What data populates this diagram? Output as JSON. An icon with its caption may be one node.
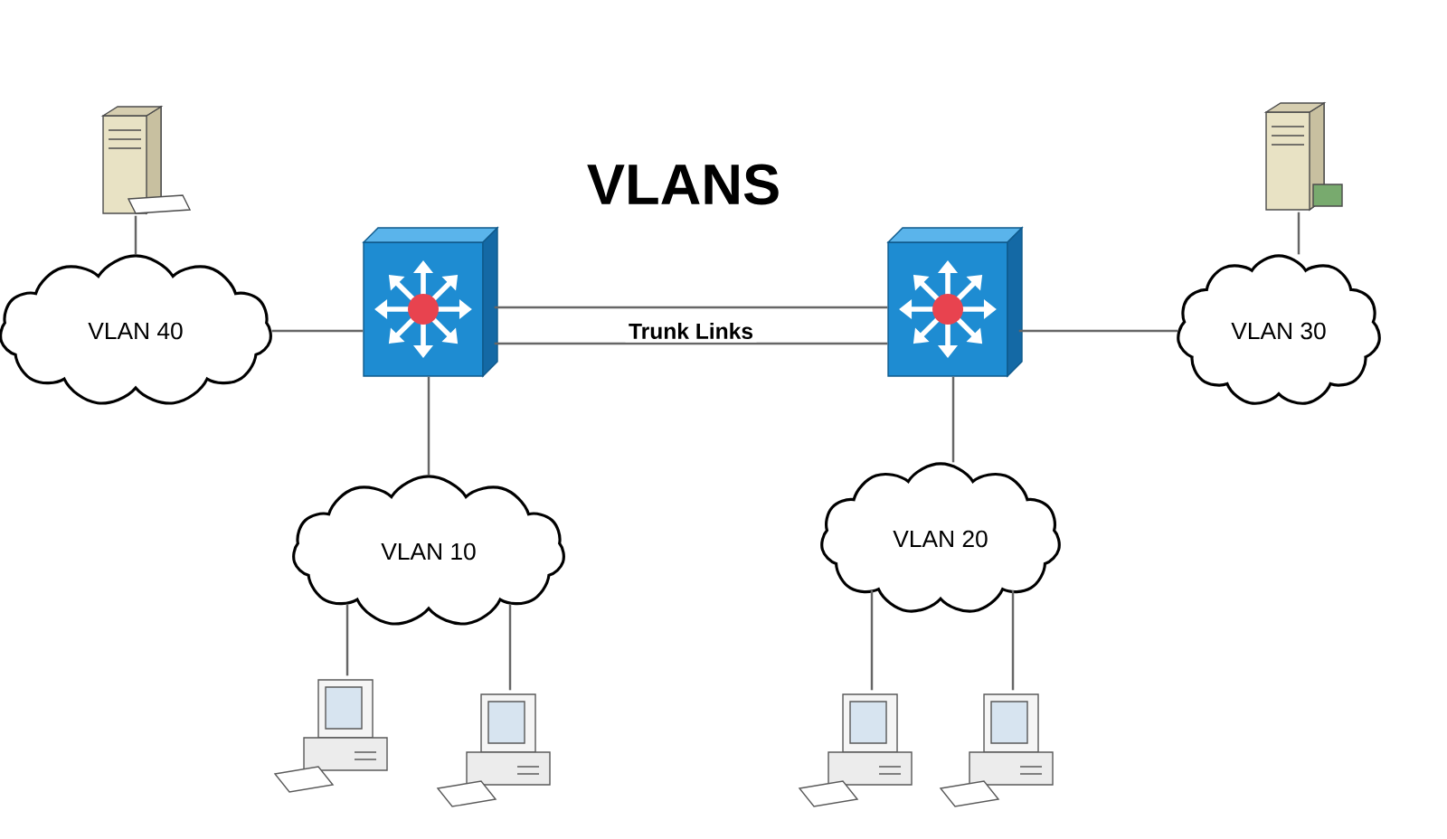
{
  "diagram": {
    "title": "VLANS",
    "nodes": [
      {
        "text": [],
        "shape": "picture"
      },
      {
        "text": [],
        "shape": "picture"
      },
      {
        "text": [
          "VLAN 40"
        ]
      },
      {
        "text": [],
        "shape": "picture"
      },
      {
        "text": [],
        "shape": "picture"
      },
      {
        "text": [
          "VLAN 30"
        ]
      },
      {
        "text": [
          "VLAN 10"
        ]
      },
      {
        "text": [
          "VLAN 20"
        ]
      },
      {
        "text": [],
        "shape": "picture"
      },
      {
        "text": [],
        "shape": "picture"
      },
      {
        "text": [],
        "shape": "picture"
      },
      {
        "text": [],
        "shape": "picture"
      }
    ],
    "edges": [
      {
        "from": 0,
        "to": 2,
        "arrow": "none"
      },
      {
        "from": 2,
        "to": 3,
        "arrow": "none"
      },
      {
        "from": 3,
        "to": 4,
        "arrow": "none",
        "label": "Trunk Links"
      },
      {
        "from": 3,
        "to": 4,
        "arrow": "none"
      },
      {
        "from": 4,
        "to": 5,
        "arrow": "none"
      },
      {
        "from": 1,
        "to": 5,
        "arrow": "none"
      },
      {
        "from": 3,
        "to": 6,
        "arrow": "none"
      },
      {
        "from": 4,
        "to": 7,
        "arrow": "none"
      },
      {
        "from": 6,
        "to": 8,
        "arrow": "none"
      },
      {
        "from": 6,
        "to": 9,
        "arrow": "none"
      },
      {
        "from": 7,
        "to": 10,
        "arrow": "none"
      },
      {
        "from": 7,
        "to": 11,
        "arrow": "none"
      }
    ]
  }
}
